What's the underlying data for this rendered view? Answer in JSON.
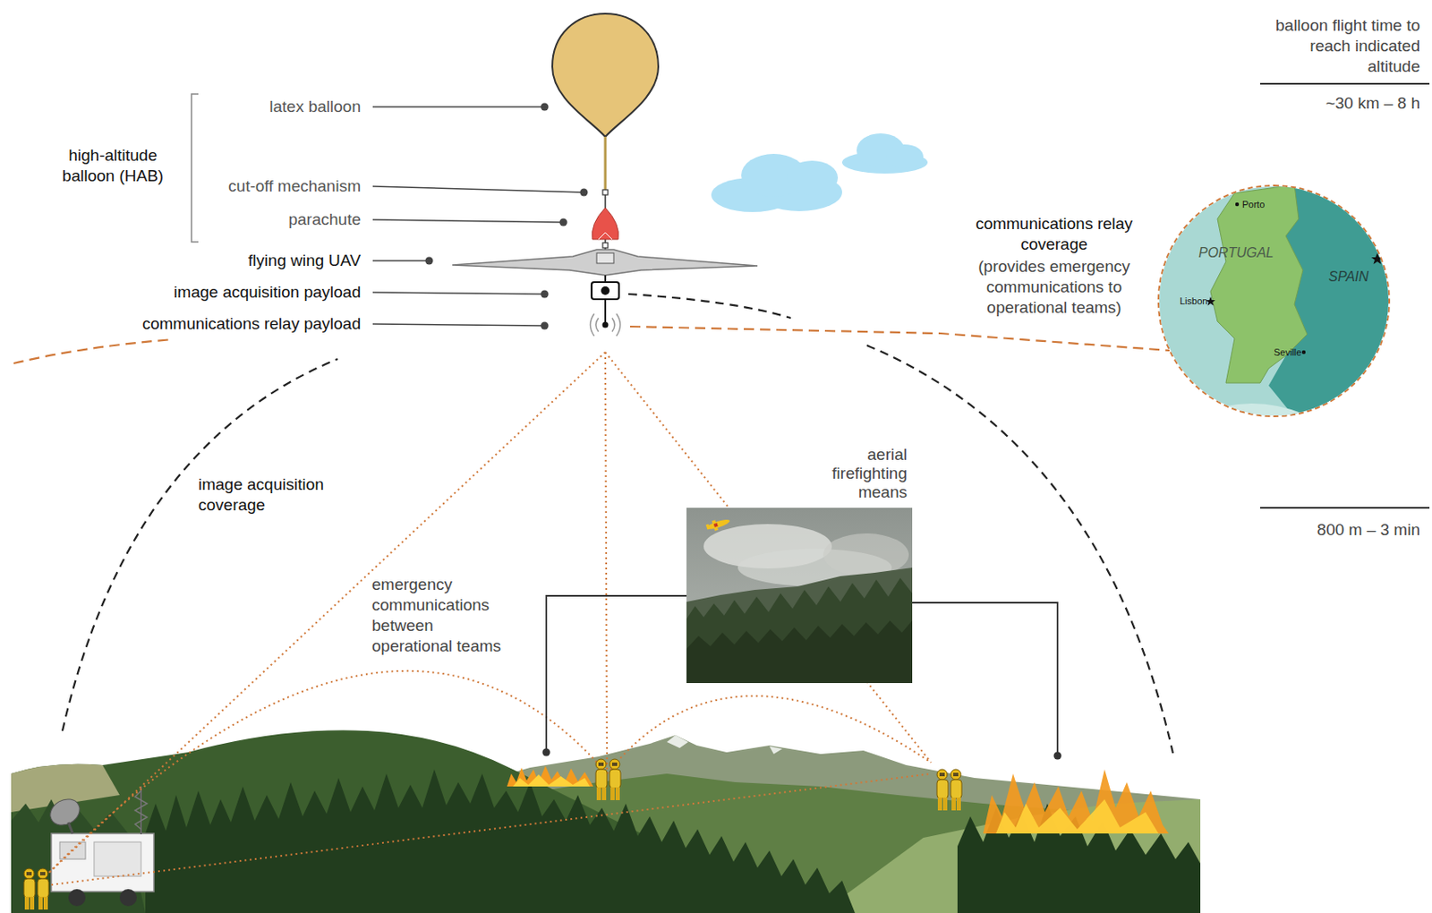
{
  "diagram": {
    "nodes": [
      {
        "text": [
          "Porto",
          "PORTUGAL",
          "SPAIN",
          "Lisbon",
          "Seville"
        ]
      },
      {
        "text": [
          "aerial firefighting means"
        ]
      }
    ],
    "labels": [
      "balloon flight time to reach indicated altitude",
      "latex balloon",
      "high-altitude balloon (HAB)",
      "~30 km – 8 h",
      "cut-off mechanism",
      "parachute",
      "communications relay coverage",
      "(provides emergency communications to operational teams)",
      "flying wing UAV",
      "image acquisition payload",
      "communications relay payload",
      "image acquisition coverage",
      "800 m – 3 min",
      "emergency communications between operational teams"
    ]
  }
}
